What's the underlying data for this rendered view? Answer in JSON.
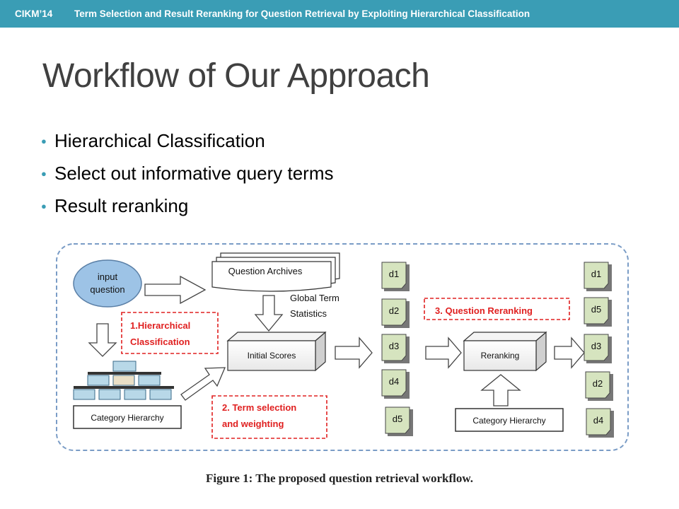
{
  "header": {
    "conference": "CIKM’14",
    "paper_title": "Term Selection and Result Reranking for Question Retrieval by Exploiting Hierarchical Classification"
  },
  "slide": {
    "title": "Workflow of Our Approach",
    "bullets": [
      "Hierarchical Classification",
      "Select out informative query terms",
      "Result reranking"
    ]
  },
  "diagram": {
    "input_question": [
      "input",
      "question"
    ],
    "question_archives": "Question Archives",
    "global_term_statistics": [
      "Global Term",
      "Statistics"
    ],
    "step1": [
      "1.Hierarchical",
      "Classification"
    ],
    "step2": [
      "2. Term selection",
      "and weighting"
    ],
    "step3": "3. Question Reranking",
    "initial_scores": "Initial Scores",
    "reranking": "Reranking",
    "category_hierarchy_left": "Category Hierarchy",
    "category_hierarchy_right": "Category Hierarchy",
    "docs_before": [
      "d1",
      "d2",
      "d3",
      "d4",
      "d5"
    ],
    "docs_after": [
      "d1",
      "d5",
      "d3",
      "d2",
      "d4"
    ]
  },
  "caption": "Figure 1:  The proposed question retrieval workflow.",
  "colors": {
    "accent": "#3a9db5",
    "doc_fill": "#d6e4bf",
    "step_red": "#e02020",
    "frame_blue": "#7a9cc6",
    "ellipse_fill": "#9dc3e6",
    "tree_fill": "#b8d8e8"
  }
}
